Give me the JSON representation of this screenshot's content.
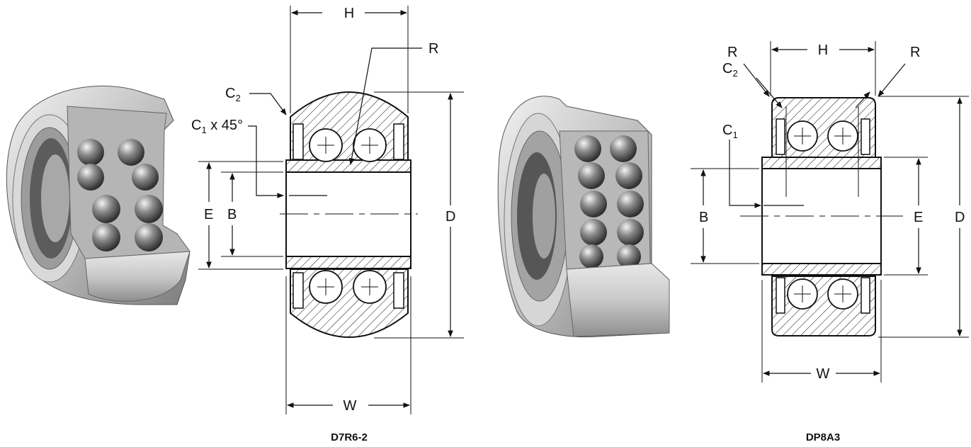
{
  "left_bearing": {
    "caption": "D7R6-2",
    "labels": {
      "h": "H",
      "r": "R",
      "c2": "C",
      "c2_sub": "2",
      "c1": "C",
      "c1_sub": "1",
      "c1_suffix": " x 45°",
      "e": "E",
      "b": "B",
      "d": "D",
      "w": "W"
    }
  },
  "right_bearing": {
    "caption": "DP8A3",
    "labels": {
      "r_left": "R",
      "r_right": "R",
      "h": "H",
      "c2": "C",
      "c2_sub": "2",
      "c1": "C",
      "c1_sub": "1",
      "b": "B",
      "e": "E",
      "d": "D",
      "w": "W"
    }
  },
  "colors": {
    "line": "#111111",
    "metal_light": "#e6e6e6",
    "metal_dark": "#7a7a7a",
    "ball": "#6b6b6b"
  }
}
